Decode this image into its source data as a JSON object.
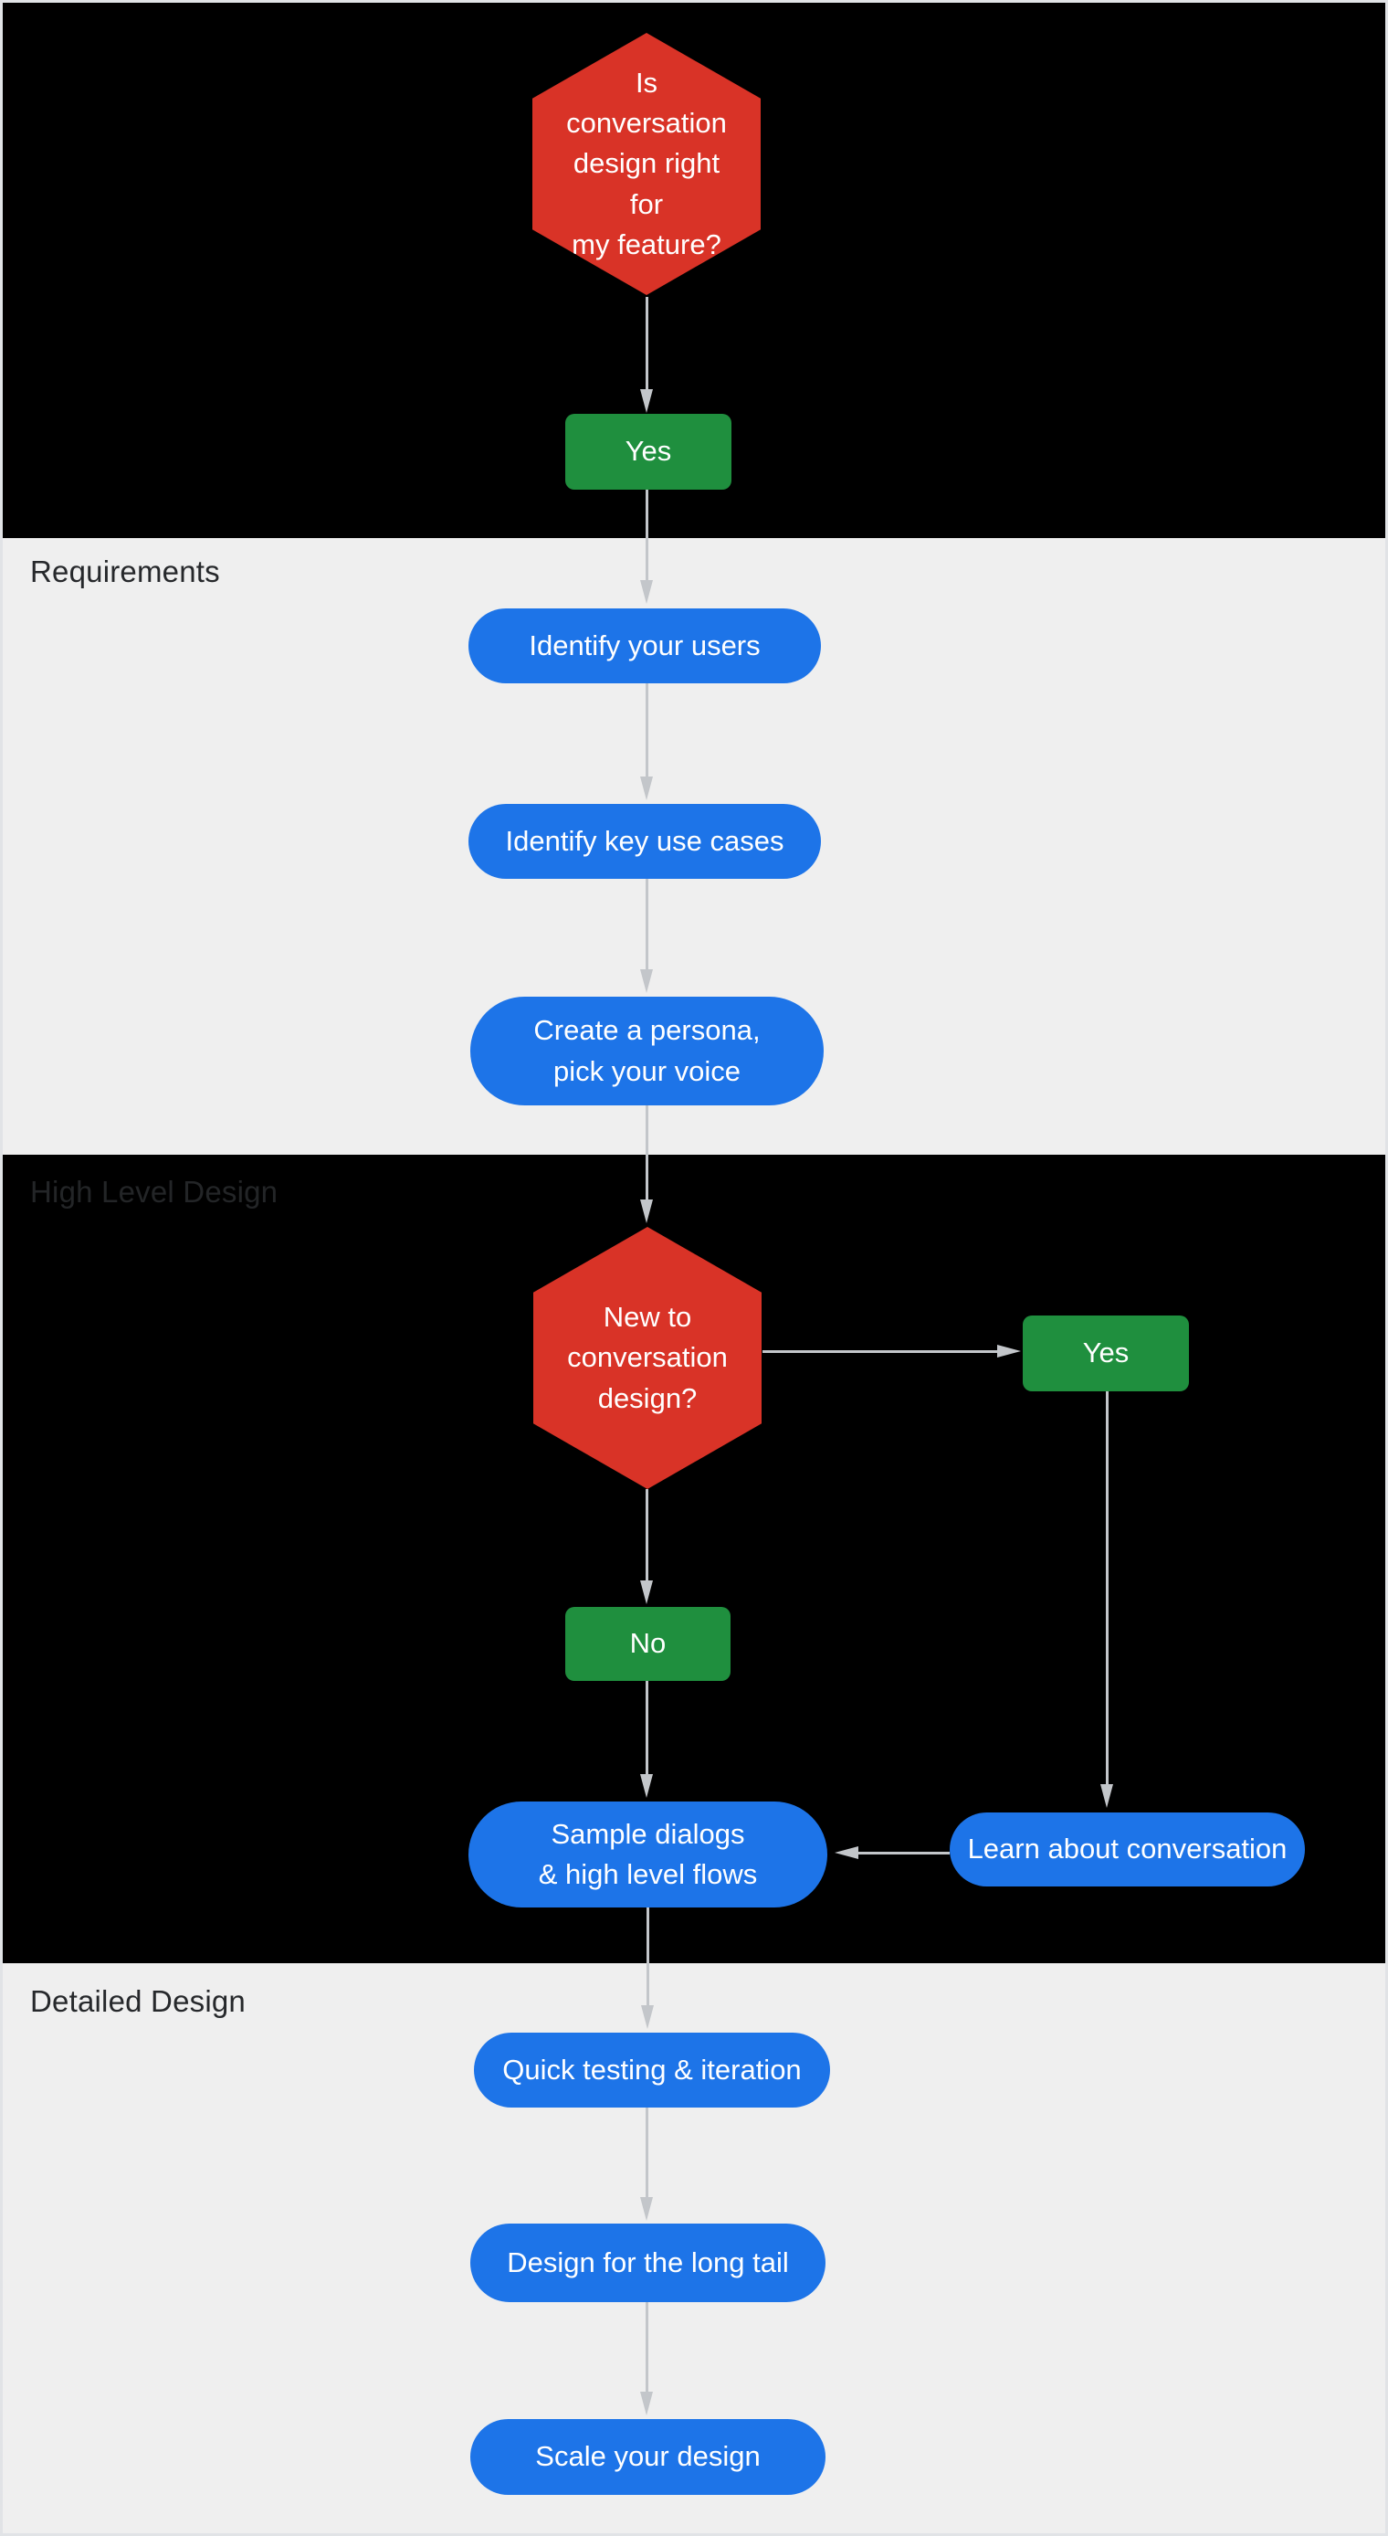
{
  "colors": {
    "background_dark": "#000000",
    "background_light": "#EFEFEF",
    "decision_red": "#D93327",
    "answer_green": "#1F8F3E",
    "step_blue": "#1D74E8",
    "arrow_gray": "#C3C6CA",
    "heading_text": "#26282B",
    "node_text": "#FFFFFF"
  },
  "sections": {
    "requirements": {
      "label": "Requirements"
    },
    "high_level_design": {
      "label": "High Level Design"
    },
    "detailed_design": {
      "label": "Detailed Design"
    }
  },
  "nodes": {
    "q_is_conversation_design_right": {
      "type": "decision",
      "label": "Is conversation\ndesign right for\nmy feature?"
    },
    "yes_1": {
      "type": "answer",
      "label": "Yes"
    },
    "identify_your_users": {
      "type": "step",
      "label": "Identify your users"
    },
    "identify_key_use_cases": {
      "type": "step",
      "label": "Identify key use cases"
    },
    "create_a_persona": {
      "type": "step",
      "label": "Create a persona,\npick your voice"
    },
    "q_new_to_conversation_design": {
      "type": "decision",
      "label": "New to\nconversation\ndesign?"
    },
    "yes_2": {
      "type": "answer",
      "label": "Yes"
    },
    "no_1": {
      "type": "answer",
      "label": "No"
    },
    "sample_dialogs": {
      "type": "step",
      "label": "Sample dialogs\n& high level flows"
    },
    "learn_about_conversation": {
      "type": "step",
      "label": "Learn about conversation"
    },
    "quick_testing_iteration": {
      "type": "step",
      "label": "Quick testing & iteration"
    },
    "design_for_the_long_tail": {
      "type": "step",
      "label": "Design for the long tail"
    },
    "scale_your_design": {
      "type": "step",
      "label": "Scale your design"
    }
  }
}
